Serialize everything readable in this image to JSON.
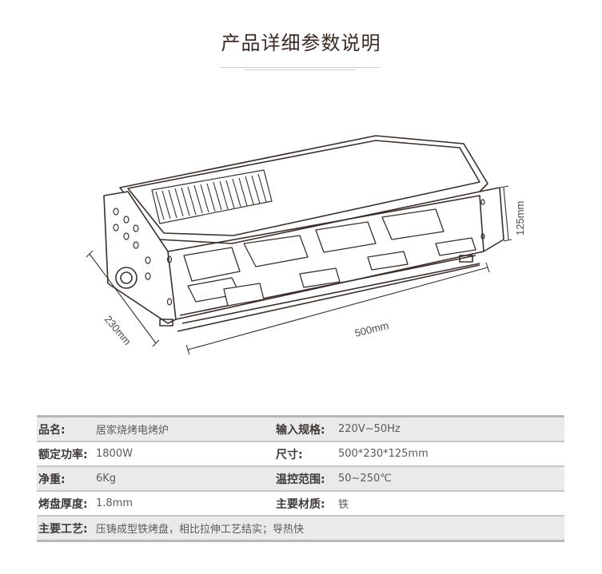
{
  "header": {
    "title": "产品详细参数说明"
  },
  "drawing": {
    "dim_width": "500mm",
    "dim_depth": "230mm",
    "dim_height": "125mm"
  },
  "specs": {
    "rows": [
      {
        "l1": "品名:",
        "v1": "居家烧烤电烤炉",
        "l2": "输入规格:",
        "v2": "220V~50Hz"
      },
      {
        "l1": "额定功率:",
        "v1": "1800W",
        "l2": "尺寸:",
        "v2": "500*230*125mm"
      },
      {
        "l1": "净重:",
        "v1": "6Kg",
        "l2": "温控范围:",
        "v2": "50~250℃"
      },
      {
        "l1": "烤盘厚度:",
        "v1": "1.8mm",
        "l2": "主要材质:",
        "v2": "铁"
      }
    ],
    "full_row": {
      "label": "主要工艺:",
      "value": "压铸成型铁烤盘，相比拉伸工艺结实；导热快"
    }
  }
}
